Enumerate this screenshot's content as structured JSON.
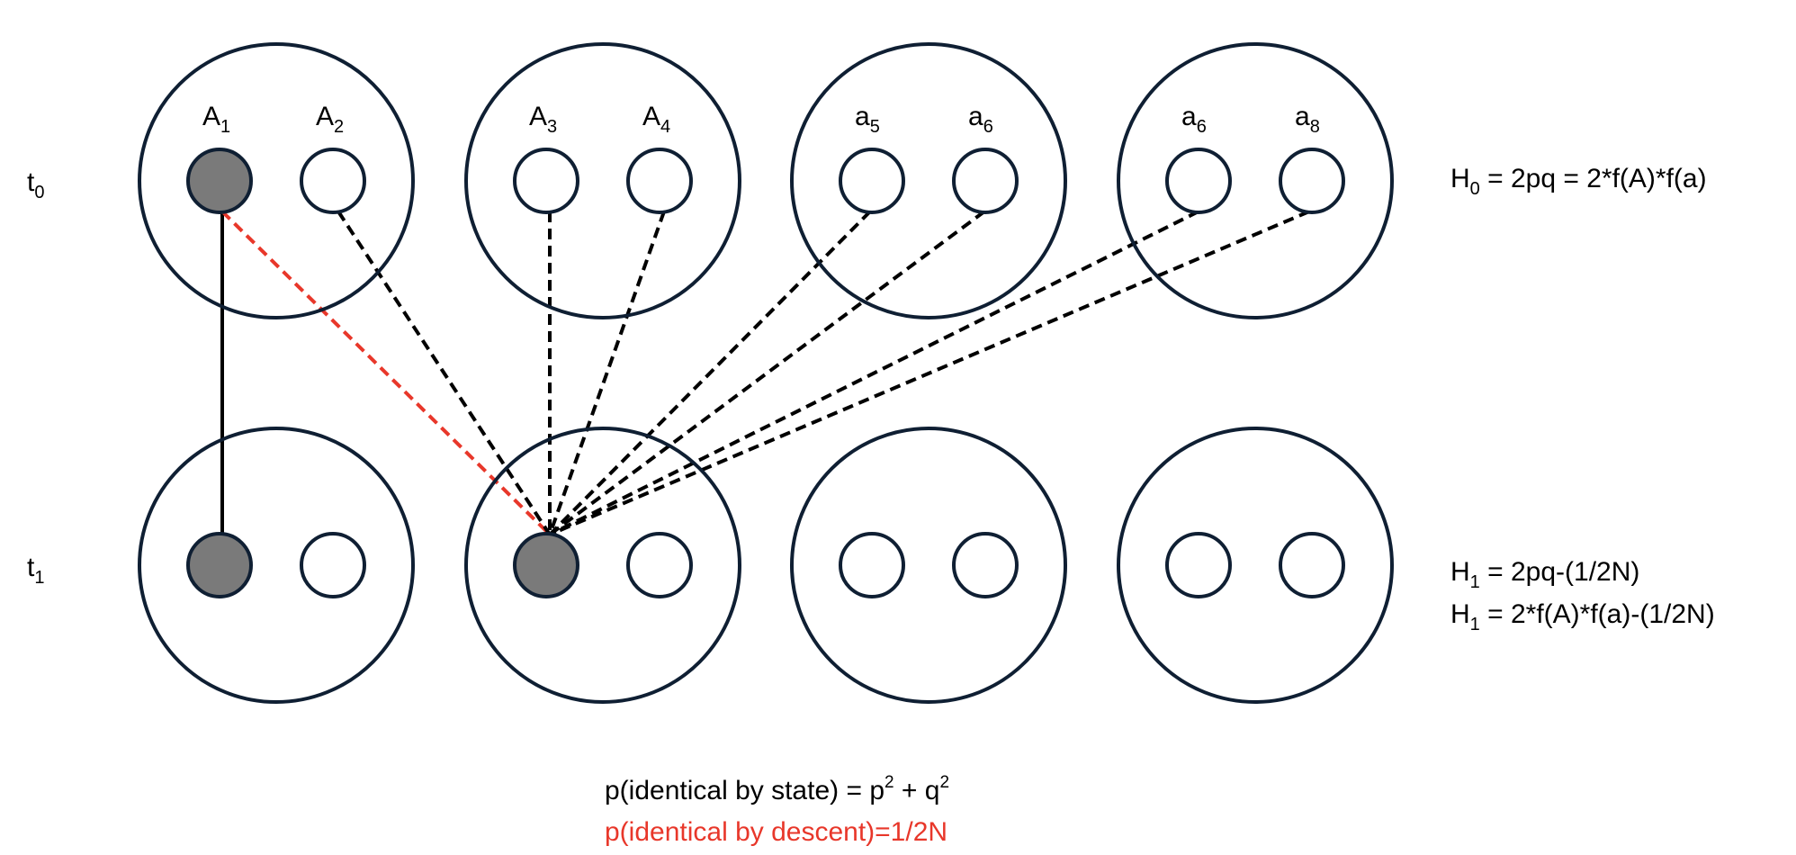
{
  "rows": [
    {
      "time_label": "t",
      "time_sub": "0",
      "individuals": [
        {
          "alleles": [
            {
              "base": "A",
              "sub": "1",
              "filled": true
            },
            {
              "base": "A",
              "sub": "2",
              "filled": false
            }
          ]
        },
        {
          "alleles": [
            {
              "base": "A",
              "sub": "3",
              "filled": false
            },
            {
              "base": "A",
              "sub": "4",
              "filled": false
            }
          ]
        },
        {
          "alleles": [
            {
              "base": "a",
              "sub": "5",
              "filled": false
            },
            {
              "base": "a",
              "sub": "6",
              "filled": false
            }
          ]
        },
        {
          "alleles": [
            {
              "base": "a",
              "sub": "6",
              "filled": false
            },
            {
              "base": "a",
              "sub": "8",
              "filled": false
            }
          ]
        }
      ]
    },
    {
      "time_label": "t",
      "time_sub": "1",
      "individuals": [
        {
          "alleles": [
            {
              "filled": true
            },
            {
              "filled": false
            }
          ]
        },
        {
          "alleles": [
            {
              "filled": true
            },
            {
              "filled": false
            }
          ]
        },
        {
          "alleles": [
            {
              "filled": false
            },
            {
              "filled": false
            }
          ]
        },
        {
          "alleles": [
            {
              "filled": false
            },
            {
              "filled": false
            }
          ]
        }
      ]
    }
  ],
  "equations": {
    "h0": {
      "base": "H",
      "sub": "0",
      "rest": " = 2pq = 2*f(A)*f(a)"
    },
    "h1a": {
      "base": "H",
      "sub": "1",
      "rest": " = 2pq-(1/2N)"
    },
    "h1b": {
      "base": "H",
      "sub": "1",
      "rest": " = 2*f(A)*f(a)-(1/2N)"
    }
  },
  "footer": {
    "state_prefix": "p(identical by state) = p",
    "state_sup1": "2",
    "state_mid": " + q",
    "state_sup2": "2",
    "descent": "p(identical by descent)=1/2N"
  },
  "colors": {
    "outline": "#0f1f33",
    "filled": "#7a7a7a",
    "descent_line": "#e8372a",
    "black": "#000000"
  }
}
